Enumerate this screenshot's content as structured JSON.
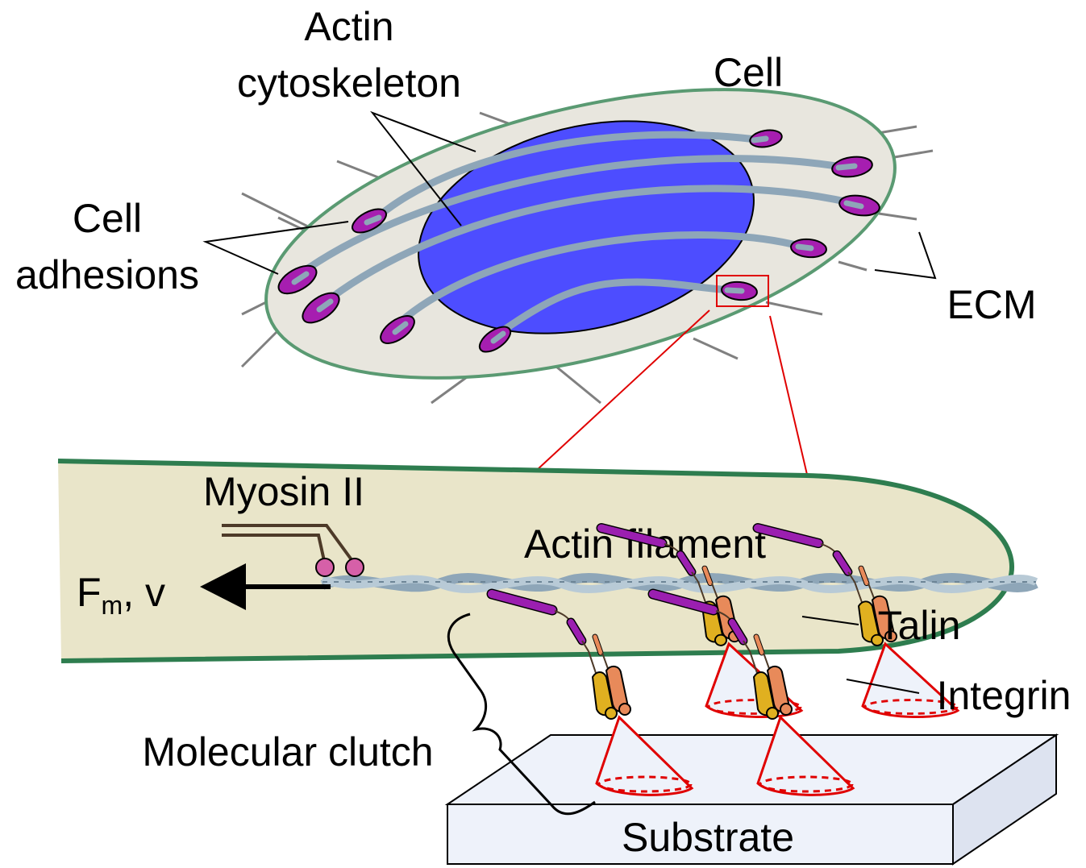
{
  "labels": {
    "actin_cytoskeleton_line1": "Actin",
    "actin_cytoskeleton_line2": "cytoskeleton",
    "cell": "Cell",
    "cell_adhesions_line1": "Cell",
    "cell_adhesions_line2": "adhesions",
    "ecm": "ECM",
    "myosin": "Myosin II",
    "actin_filament": "Actin filament",
    "force_main": "F",
    "force_sub": "m",
    "force_tail": ", v",
    "talin": "Talin",
    "integrin": "Integrin",
    "molecular_clutch": "Molecular clutch",
    "substrate": "Substrate"
  },
  "colors": {
    "cell_membrane": "#5a9a72",
    "cytoplasm": "#e8e6de",
    "nucleus": "#4d4dff",
    "stress_fiber": "#8ea6b8",
    "adhesion": "#a61eb0",
    "ecm_fiber": "#808080",
    "zoom_box": "#e00000",
    "cell_zoom_fill": "#e9e5c9",
    "cell_zoom_border": "#2e7d4f",
    "talin": "#9b1fb0",
    "integrin_alpha": "#e0b020",
    "integrin_beta": "#e88a5a",
    "ligand_cone": "#e00000",
    "substrate_top": "#eef2fa"
  }
}
